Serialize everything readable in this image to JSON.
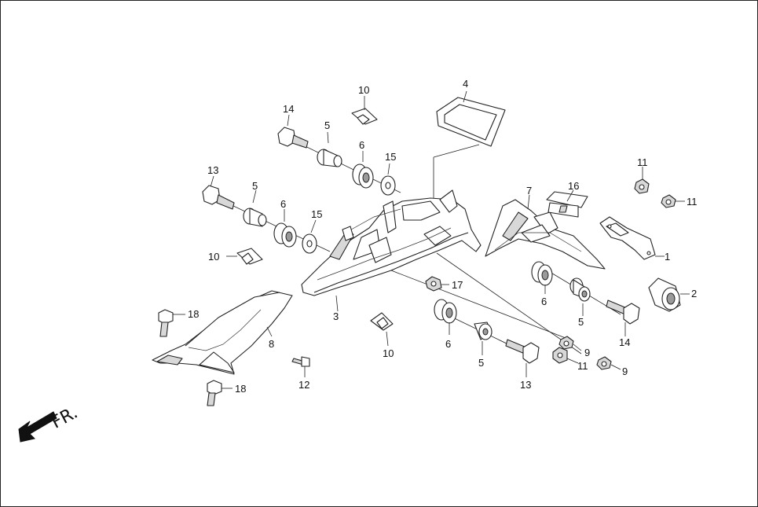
{
  "diagram": {
    "direction_label": "FR.",
    "callouts": {
      "c1": "1",
      "c2": "2",
      "c3": "3",
      "c4": "4",
      "c5a": "5",
      "c5b": "5",
      "c5c": "5",
      "c5d": "5",
      "c6a": "6",
      "c6b": "6",
      "c6c": "6",
      "c6d": "6",
      "c7": "7",
      "c8": "8",
      "c9a": "9",
      "c9b": "9",
      "c10a": "10",
      "c10b": "10",
      "c10c": "10",
      "c11a": "11",
      "c11b": "11",
      "c11c": "11",
      "c12": "12",
      "c13a": "13",
      "c13b": "13",
      "c14a": "14",
      "c14b": "14",
      "c15a": "15",
      "c15b": "15",
      "c16": "16",
      "c17": "17",
      "c18a": "18",
      "c18b": "18"
    }
  }
}
